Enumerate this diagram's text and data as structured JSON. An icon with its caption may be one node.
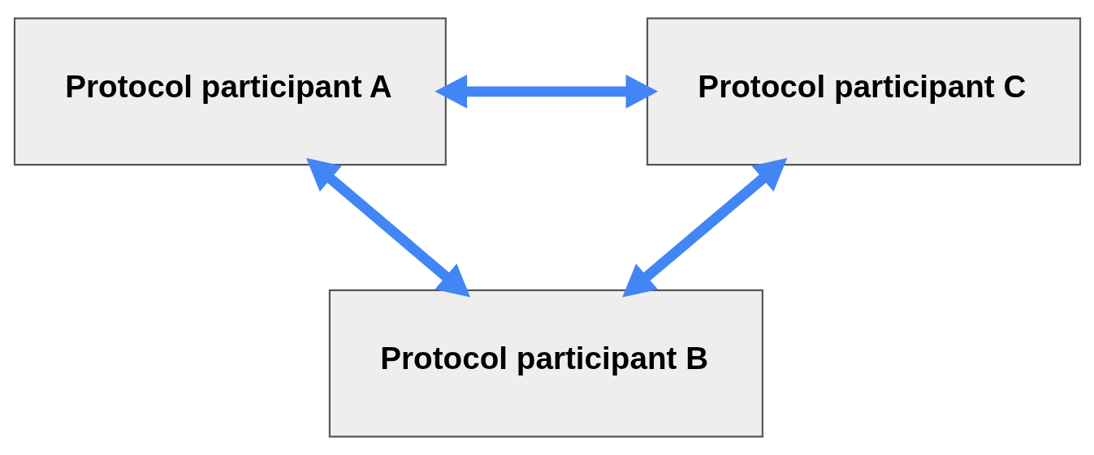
{
  "diagram": {
    "nodes": [
      {
        "text": [
          "Protocol participant A"
        ]
      },
      {
        "text": [
          "Protocol participant C"
        ]
      },
      {
        "text": [
          "Protocol participant B"
        ]
      }
    ],
    "edges": [
      {
        "from": 0,
        "to": 1,
        "arrow": "both"
      },
      {
        "from": 0,
        "to": 2,
        "arrow": "both"
      },
      {
        "from": 2,
        "to": 1,
        "arrow": "both"
      }
    ]
  }
}
